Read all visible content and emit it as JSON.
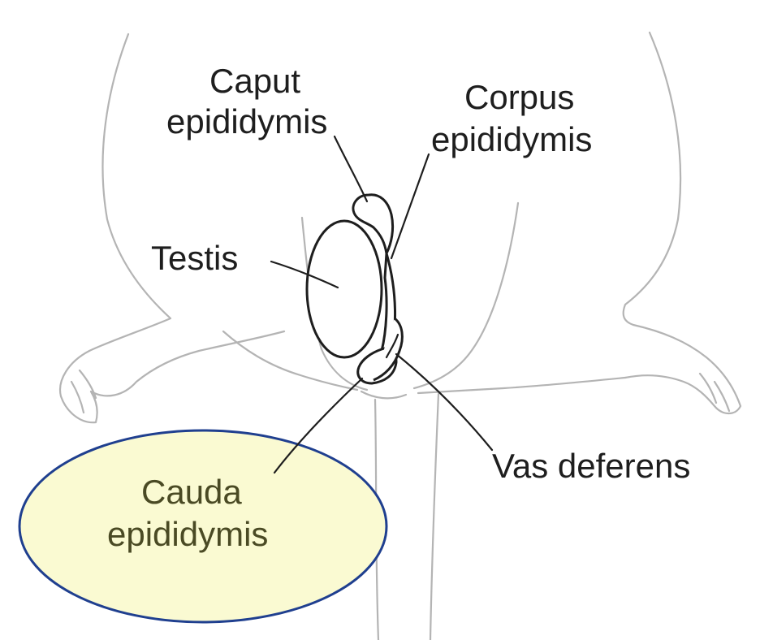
{
  "labels": {
    "caput_line1": "Caput",
    "caput_line2": "epididymis",
    "corpus_line1": "Corpus",
    "corpus_line2": "epididymis",
    "testis": "Testis",
    "vas_deferens": "Vas deferens",
    "cauda_line1": "Cauda",
    "cauda_line2": "epididymis"
  },
  "colors": {
    "outline": "#b4b4b4",
    "ink": "#1e1e1e",
    "highlight_fill": "#fafad2",
    "highlight_stroke": "#1f3f8f",
    "highlight_text": "#4a4a24"
  }
}
